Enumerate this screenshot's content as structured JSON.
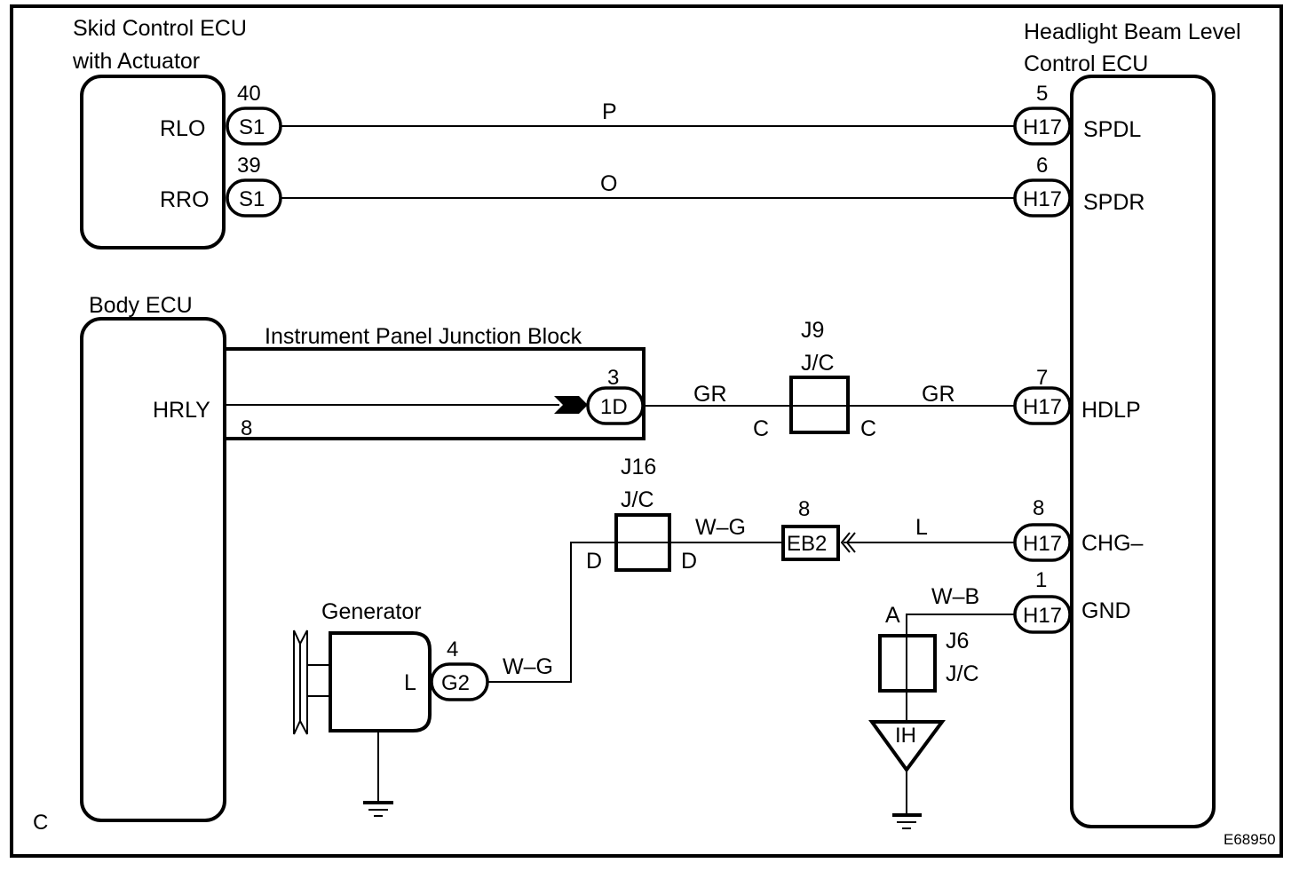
{
  "diagram": {
    "figure_id": "E68950",
    "corner_mark": "C",
    "components": {
      "skid_ecu": {
        "title_line1": "Skid Control ECU",
        "title_line2": "with Actuator",
        "terminals": [
          "RLO",
          "RRO"
        ]
      },
      "headlight_ecu": {
        "title_line1": "Headlight Beam Level",
        "title_line2": "Control ECU",
        "terminals": [
          "SPDL",
          "SPDR",
          "HDLP",
          "CHG–",
          "GND"
        ]
      },
      "body_ecu": {
        "title": "Body ECU",
        "terminal": "HRLY",
        "pin": "8"
      },
      "ip_junction_block": {
        "title": "Instrument Panel Junction Block"
      },
      "generator": {
        "title": "Generator",
        "terminal": "L"
      },
      "j9": {
        "id": "J9",
        "type": "J/C",
        "left_pin": "C",
        "right_pin": "C"
      },
      "j16": {
        "id": "J16",
        "type": "J/C",
        "left_pin": "D",
        "right_pin": "D"
      },
      "j6": {
        "id": "J6",
        "type": "J/C",
        "pin": "A"
      },
      "ground_point": {
        "label": "IH"
      }
    },
    "connectors": {
      "s1_40": {
        "code": "S1",
        "pin": "40"
      },
      "s1_39": {
        "code": "S1",
        "pin": "39"
      },
      "h17_5": {
        "code": "H17",
        "pin": "5"
      },
      "h17_6": {
        "code": "H17",
        "pin": "6"
      },
      "h17_7": {
        "code": "H17",
        "pin": "7"
      },
      "h17_8": {
        "code": "H17",
        "pin": "8"
      },
      "h17_1": {
        "code": "H17",
        "pin": "1"
      },
      "ib_1d": {
        "code": "1D",
        "pin": "3"
      },
      "eb2": {
        "code": "EB2",
        "pin": "8"
      },
      "g2": {
        "code": "G2",
        "pin": "4"
      }
    },
    "wires": {
      "rlo_spdl": "P",
      "rro_spdr": "O",
      "ib_j9": "GR",
      "j9_hdlp": "GR",
      "j16_eb2": "W–G",
      "eb2_chg": "L",
      "gnd_j6": "W–B",
      "g2_j16": "W–G"
    }
  }
}
